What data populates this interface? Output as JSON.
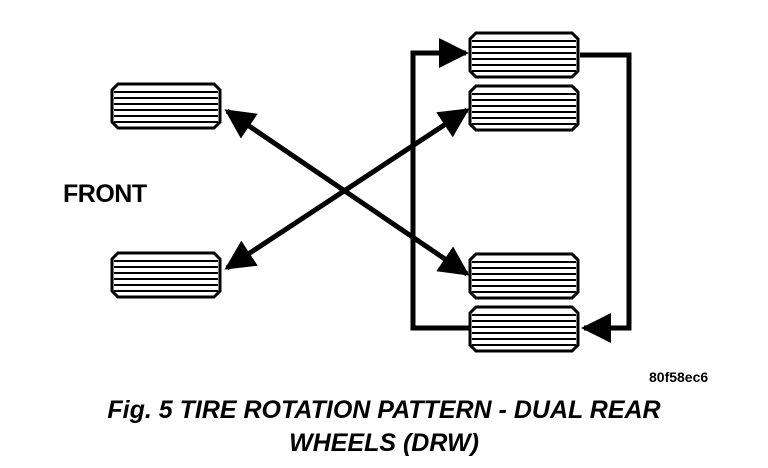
{
  "diagram": {
    "front_label": "FRONT",
    "figure_code": "80f58ec6",
    "caption_line1": "Fig. 5 TIRE ROTATION PATTERN - DUAL REAR",
    "caption_line2": "WHEELS (DRW)",
    "tire_icon": "tire-icon",
    "arrow_icon": "arrow-icon",
    "line_color": "#000000",
    "tire_fill": "#ffffff"
  }
}
